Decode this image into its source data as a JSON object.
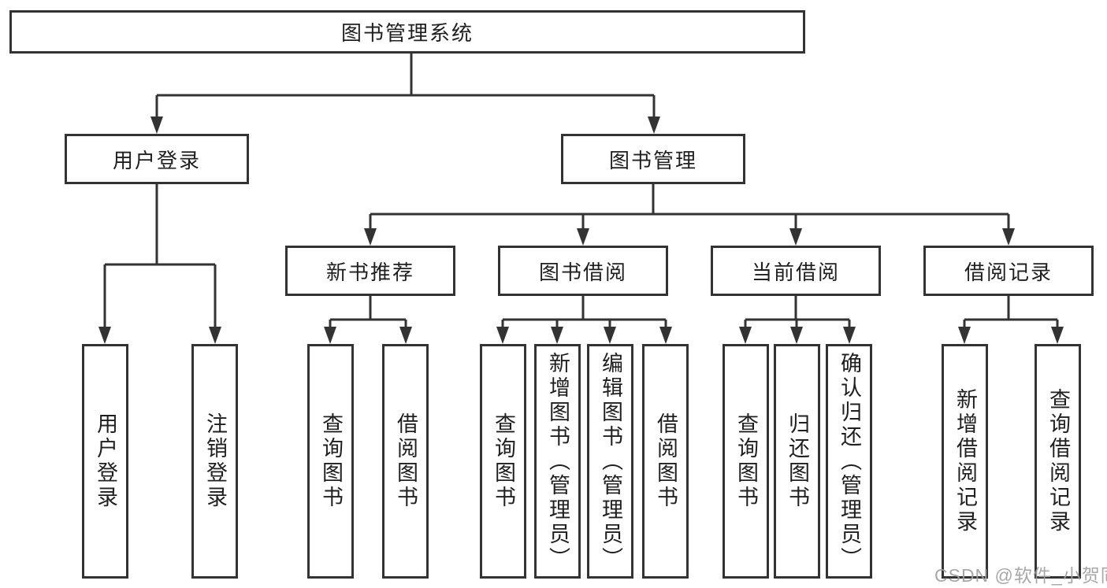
{
  "diagram": {
    "root": {
      "label": "图书管理系统"
    },
    "level2": [
      {
        "label": "用户登录"
      },
      {
        "label": "图书管理"
      }
    ],
    "level3": [
      {
        "label": "新书推荐"
      },
      {
        "label": "图书借阅"
      },
      {
        "label": "当前借阅"
      },
      {
        "label": "借阅记录"
      }
    ],
    "leaves": {
      "user_login": [
        "用户登录",
        "注销登录"
      ],
      "new_book": [
        "查询图书",
        "借阅图书"
      ],
      "book_borrow": [
        "查询图书",
        "新增图书（管理员）",
        "编辑图书（管理员）",
        "借阅图书"
      ],
      "current_borrow": [
        "查询图书",
        "归还图书",
        "确认归还（管理员）"
      ],
      "borrow_record": [
        "新增借阅记录",
        "查询借阅记录"
      ]
    }
  },
  "watermark": {
    "text": "CSDN @软件_小贺同学"
  },
  "colors": {
    "line": "#333333",
    "text": "#1f1f1f",
    "watermark": "#9e9e9e"
  }
}
